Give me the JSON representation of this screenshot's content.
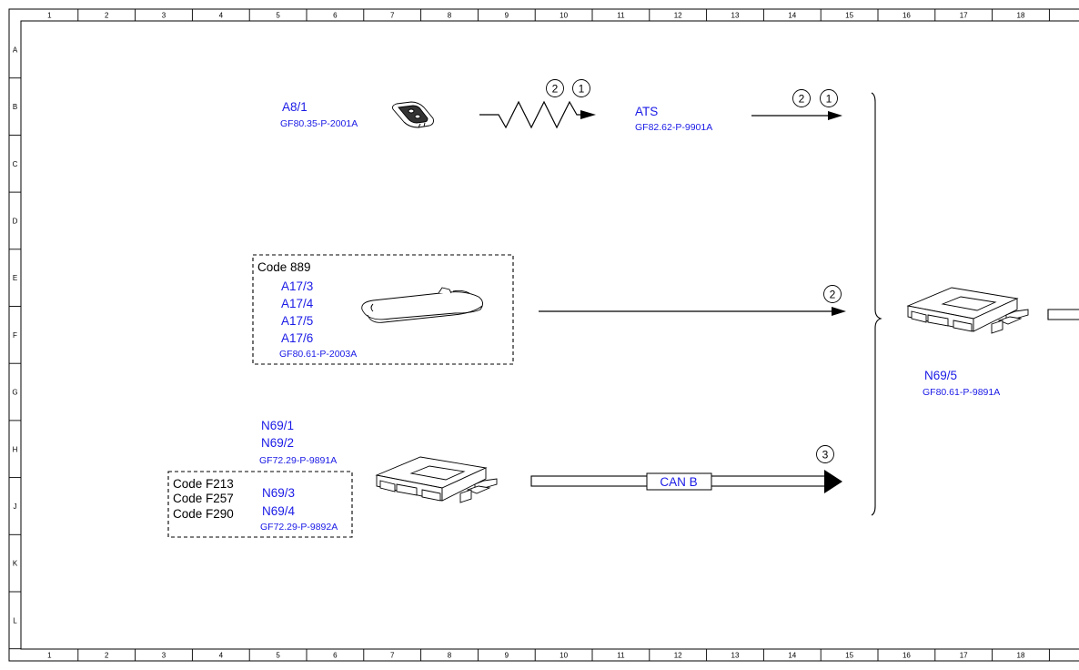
{
  "grid": {
    "columns": [
      "1",
      "2",
      "3",
      "4",
      "5",
      "6",
      "7",
      "8",
      "9",
      "10",
      "11",
      "12",
      "13",
      "14",
      "15",
      "16",
      "17",
      "18"
    ],
    "rows": [
      "A",
      "B",
      "C",
      "D",
      "E",
      "F",
      "G",
      "H",
      "J",
      "K",
      "L"
    ]
  },
  "components": {
    "a8_1": {
      "label": "A8/1",
      "doc": "GF80.35-P-2001A",
      "icon": "key-fob-icon"
    },
    "ats": {
      "label": "ATS",
      "doc": "GF82.62-P-9901A"
    },
    "door_handles": {
      "code": "Code 889",
      "labels": [
        "A17/3",
        "A17/4",
        "A17/5",
        "A17/6"
      ],
      "doc": "GF80.61-P-2003A",
      "icon": "door-handle-icon"
    },
    "n69_upper": {
      "labels": [
        "N69/1",
        "N69/2"
      ],
      "doc": "GF72.29-P-9891A"
    },
    "n69_lower": {
      "codes": [
        "Code F213",
        "Code F257",
        "Code F290"
      ],
      "labels": [
        "N69/3",
        "N69/4"
      ],
      "doc": "GF72.29-P-9892A",
      "icon": "control-unit-icon"
    },
    "n69_5": {
      "label": "N69/5",
      "doc": "GF80.61-P-9891A",
      "icon": "control-unit-icon"
    }
  },
  "connections": {
    "rf_markers": [
      "2",
      "1"
    ],
    "ats_markers": [
      "2",
      "1"
    ],
    "handle_marker": "2",
    "can_marker": "3",
    "can_label": "CAN B"
  },
  "colors": {
    "link_blue": "#1a1ae6",
    "line": "#000000"
  }
}
